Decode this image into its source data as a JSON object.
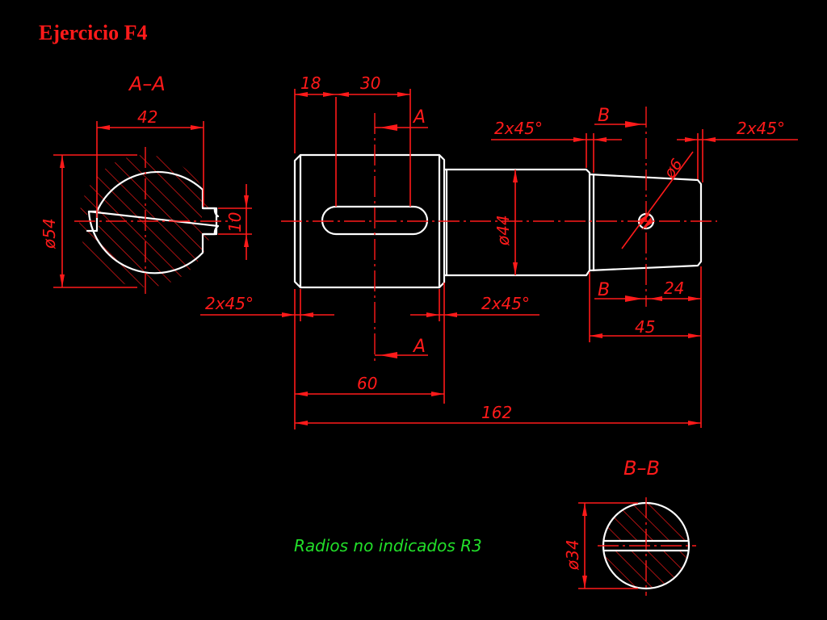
{
  "title": "Ejercicio F4",
  "sections": {
    "aa": "A–A",
    "bb": "B–B"
  },
  "cut_markers": {
    "a_top": "A",
    "a_bottom": "A",
    "b_top": "B",
    "b_bottom": "B"
  },
  "dimensions": {
    "d42": "42",
    "d54": "ø54",
    "d10": "10",
    "chamfer_left": "2x45°",
    "chamfer_mid": "2x45°",
    "chamfer_top_mid": "2x45°",
    "chamfer_top_right": "2x45°",
    "d18": "18",
    "d30": "30",
    "d44": "ø44",
    "d6": "ø6",
    "d24": "24",
    "d45": "45",
    "d60": "60",
    "d162": "162",
    "d34": "ø34"
  },
  "note": "Radios no indicados R3",
  "colors": {
    "line": "#ffffff",
    "dimension": "#ff1a1a",
    "note": "#22e02a",
    "background": "#000000"
  }
}
